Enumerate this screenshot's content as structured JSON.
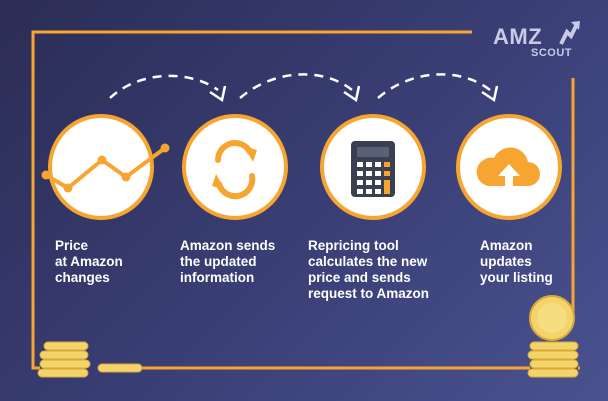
{
  "logo": {
    "brand": "AMZ",
    "sub": "SCOUT"
  },
  "colors": {
    "accent": "#f6a630",
    "text": "#ffffff",
    "logo": "#c9cbe6"
  },
  "steps": [
    {
      "icon": "line-chart-icon",
      "label": "Price\nat Amazon\nchanges"
    },
    {
      "icon": "refresh-arrows-icon",
      "label": "Amazon sends\nthe updated\ninformation"
    },
    {
      "icon": "calculator-icon",
      "label": "Repricing tool\ncalculates the new\nprice and sends\nrequest to Amazon"
    },
    {
      "icon": "cloud-upload-icon",
      "label": "Amazon\nupdates\nyour listing"
    }
  ]
}
